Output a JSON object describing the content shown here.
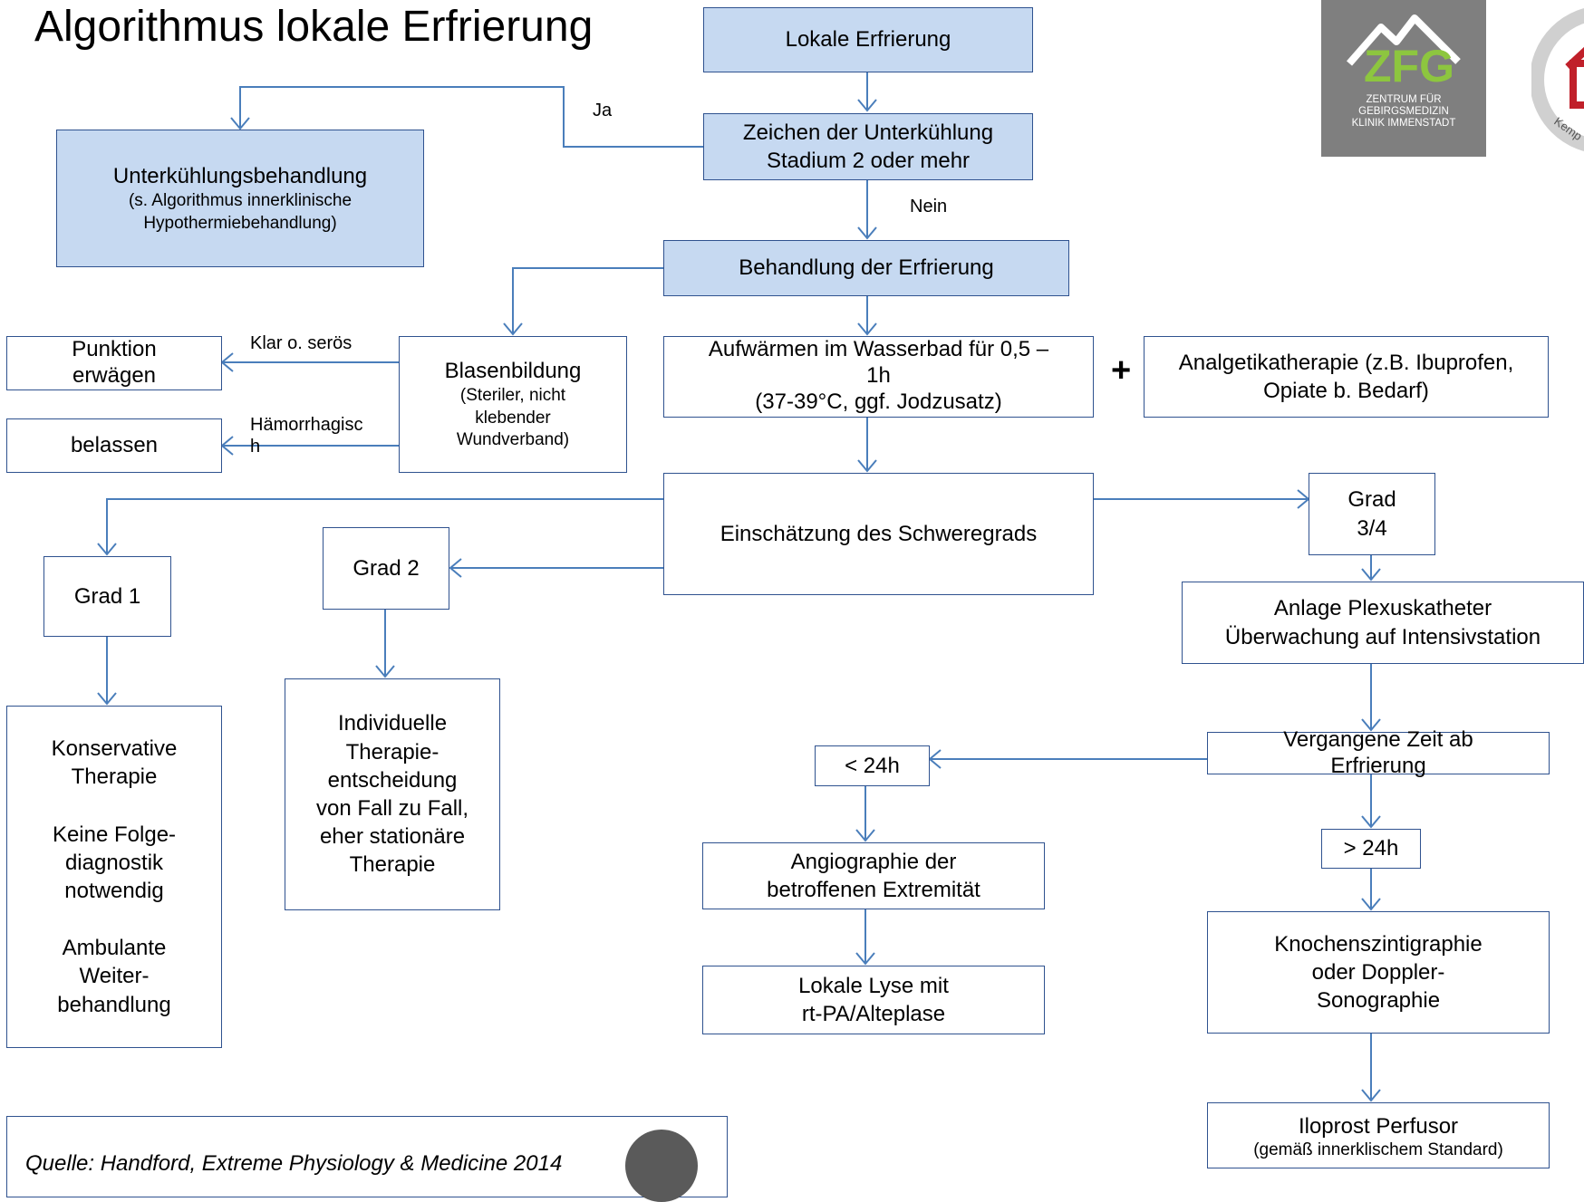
{
  "title": "Algorithmus lokale Erfrierung",
  "logos": {
    "zfg": {
      "letters": "ZFG",
      "line1": "ZENTRUM FÜR",
      "line2": "GEBIRGSMEDIZIN",
      "line3": "KLINIK IMMENSTADT"
    },
    "second": {
      "partial_text": "Kemp"
    }
  },
  "boxes": {
    "lokale_erfrierung": "Lokale Erfrierung",
    "zeichen": {
      "line1": "Zeichen der Unterkühlung",
      "line2": "Stadium 2 oder mehr"
    },
    "unterkuehlung": {
      "title": "Unterkühlungsbehandlung",
      "sub1": "(s. Algorithmus innerklinische",
      "sub2": "Hypothermiebehandlung)"
    },
    "behandlung": "Behandlung der Erfrierung",
    "blasen": {
      "title": "Blasenbildung",
      "sub1": "(Steriler, nicht",
      "sub2": "klebender",
      "sub3": "Wundverband)"
    },
    "punktion": {
      "line1": "Punktion",
      "line2": "erwägen"
    },
    "belassen": "belassen",
    "aufwaermen": {
      "line1": "Aufwärmen im Wasserbad für 0,5 –",
      "line2": "1h",
      "line3": "(37-39°C, ggf. Jodzusatz)"
    },
    "analgetika": {
      "line1": "Analgetikatherapie (z.B. Ibuprofen,",
      "line2": "Opiate b. Bedarf)"
    },
    "einschaetzung": "Einschätzung des Schweregrads",
    "grad1": "Grad 1",
    "grad2": "Grad 2",
    "grad34": {
      "line1": "Grad",
      "line2": "3/4"
    },
    "konservativ": {
      "p1a": "Konservative",
      "p1b": "Therapie",
      "p2a": "Keine Folge-",
      "p2b": "diagnostik",
      "p2c": "notwendig",
      "p3a": "Ambulante",
      "p3b": "Weiter-",
      "p3c": "behandlung"
    },
    "individuell": {
      "l1": "Individuelle",
      "l2": "Therapie-",
      "l3": "entscheidung",
      "l4": "von Fall zu Fall,",
      "l5": "eher stationäre",
      "l6": "Therapie"
    },
    "plexus": {
      "line1": "Anlage Plexuskatheter",
      "line2": "Überwachung auf Intensivstation"
    },
    "zeit": {
      "line1": "Vergangene Zeit ab",
      "line2": "Erfrierung"
    },
    "lt24": "< 24h",
    "gt24": "> 24h",
    "angio": {
      "line1": "Angiographie der",
      "line2": "betroffenen Extremität"
    },
    "lyse": {
      "line1": "Lokale Lyse mit",
      "line2": "rt-PA/Alteplase"
    },
    "knochen": {
      "line1": "Knochenszintigraphie",
      "line2": "oder Doppler-",
      "line3": "Sonographie"
    },
    "iloprost": {
      "line1": "Iloprost Perfusor",
      "line2": "(gemäß innerklischem Standard)"
    }
  },
  "labels": {
    "ja": "Ja",
    "nein": "Nein",
    "klar": "Klar o. serös",
    "haemorrhagisch_1": "Hämorrhagisc",
    "haemorrhagisch_2": "h",
    "plus": "+"
  },
  "source": "Quelle: Handford, Extreme Physiology & Medicine 2014",
  "colors": {
    "box_fill": "#c6d9f1",
    "line": "#4a7ebb",
    "border": "#2f528f",
    "logo_bg": "#7f7f7f",
    "logo_accent": "#8dc63f"
  }
}
